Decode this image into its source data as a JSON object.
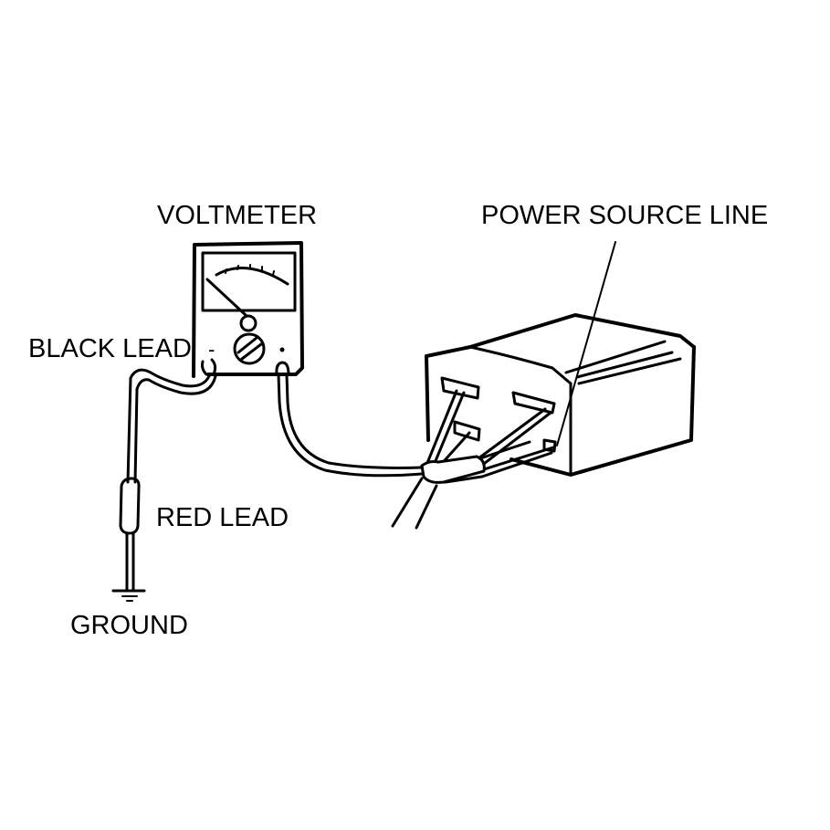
{
  "diagram": {
    "labels": {
      "voltmeter": "VOLTMETER",
      "power_source_line": "POWER SOURCE LINE",
      "black_lead": "BLACK LEAD",
      "red_lead": "RED LEAD",
      "ground": "GROUND"
    },
    "terminal_marks": {
      "negative": "-",
      "positive": "+"
    },
    "colors": {
      "ink": "#000000",
      "background": "#ffffff"
    },
    "components": [
      "voltmeter",
      "black-lead",
      "red-lead",
      "ground",
      "connector-block",
      "wire-harness",
      "power-source-line"
    ]
  }
}
